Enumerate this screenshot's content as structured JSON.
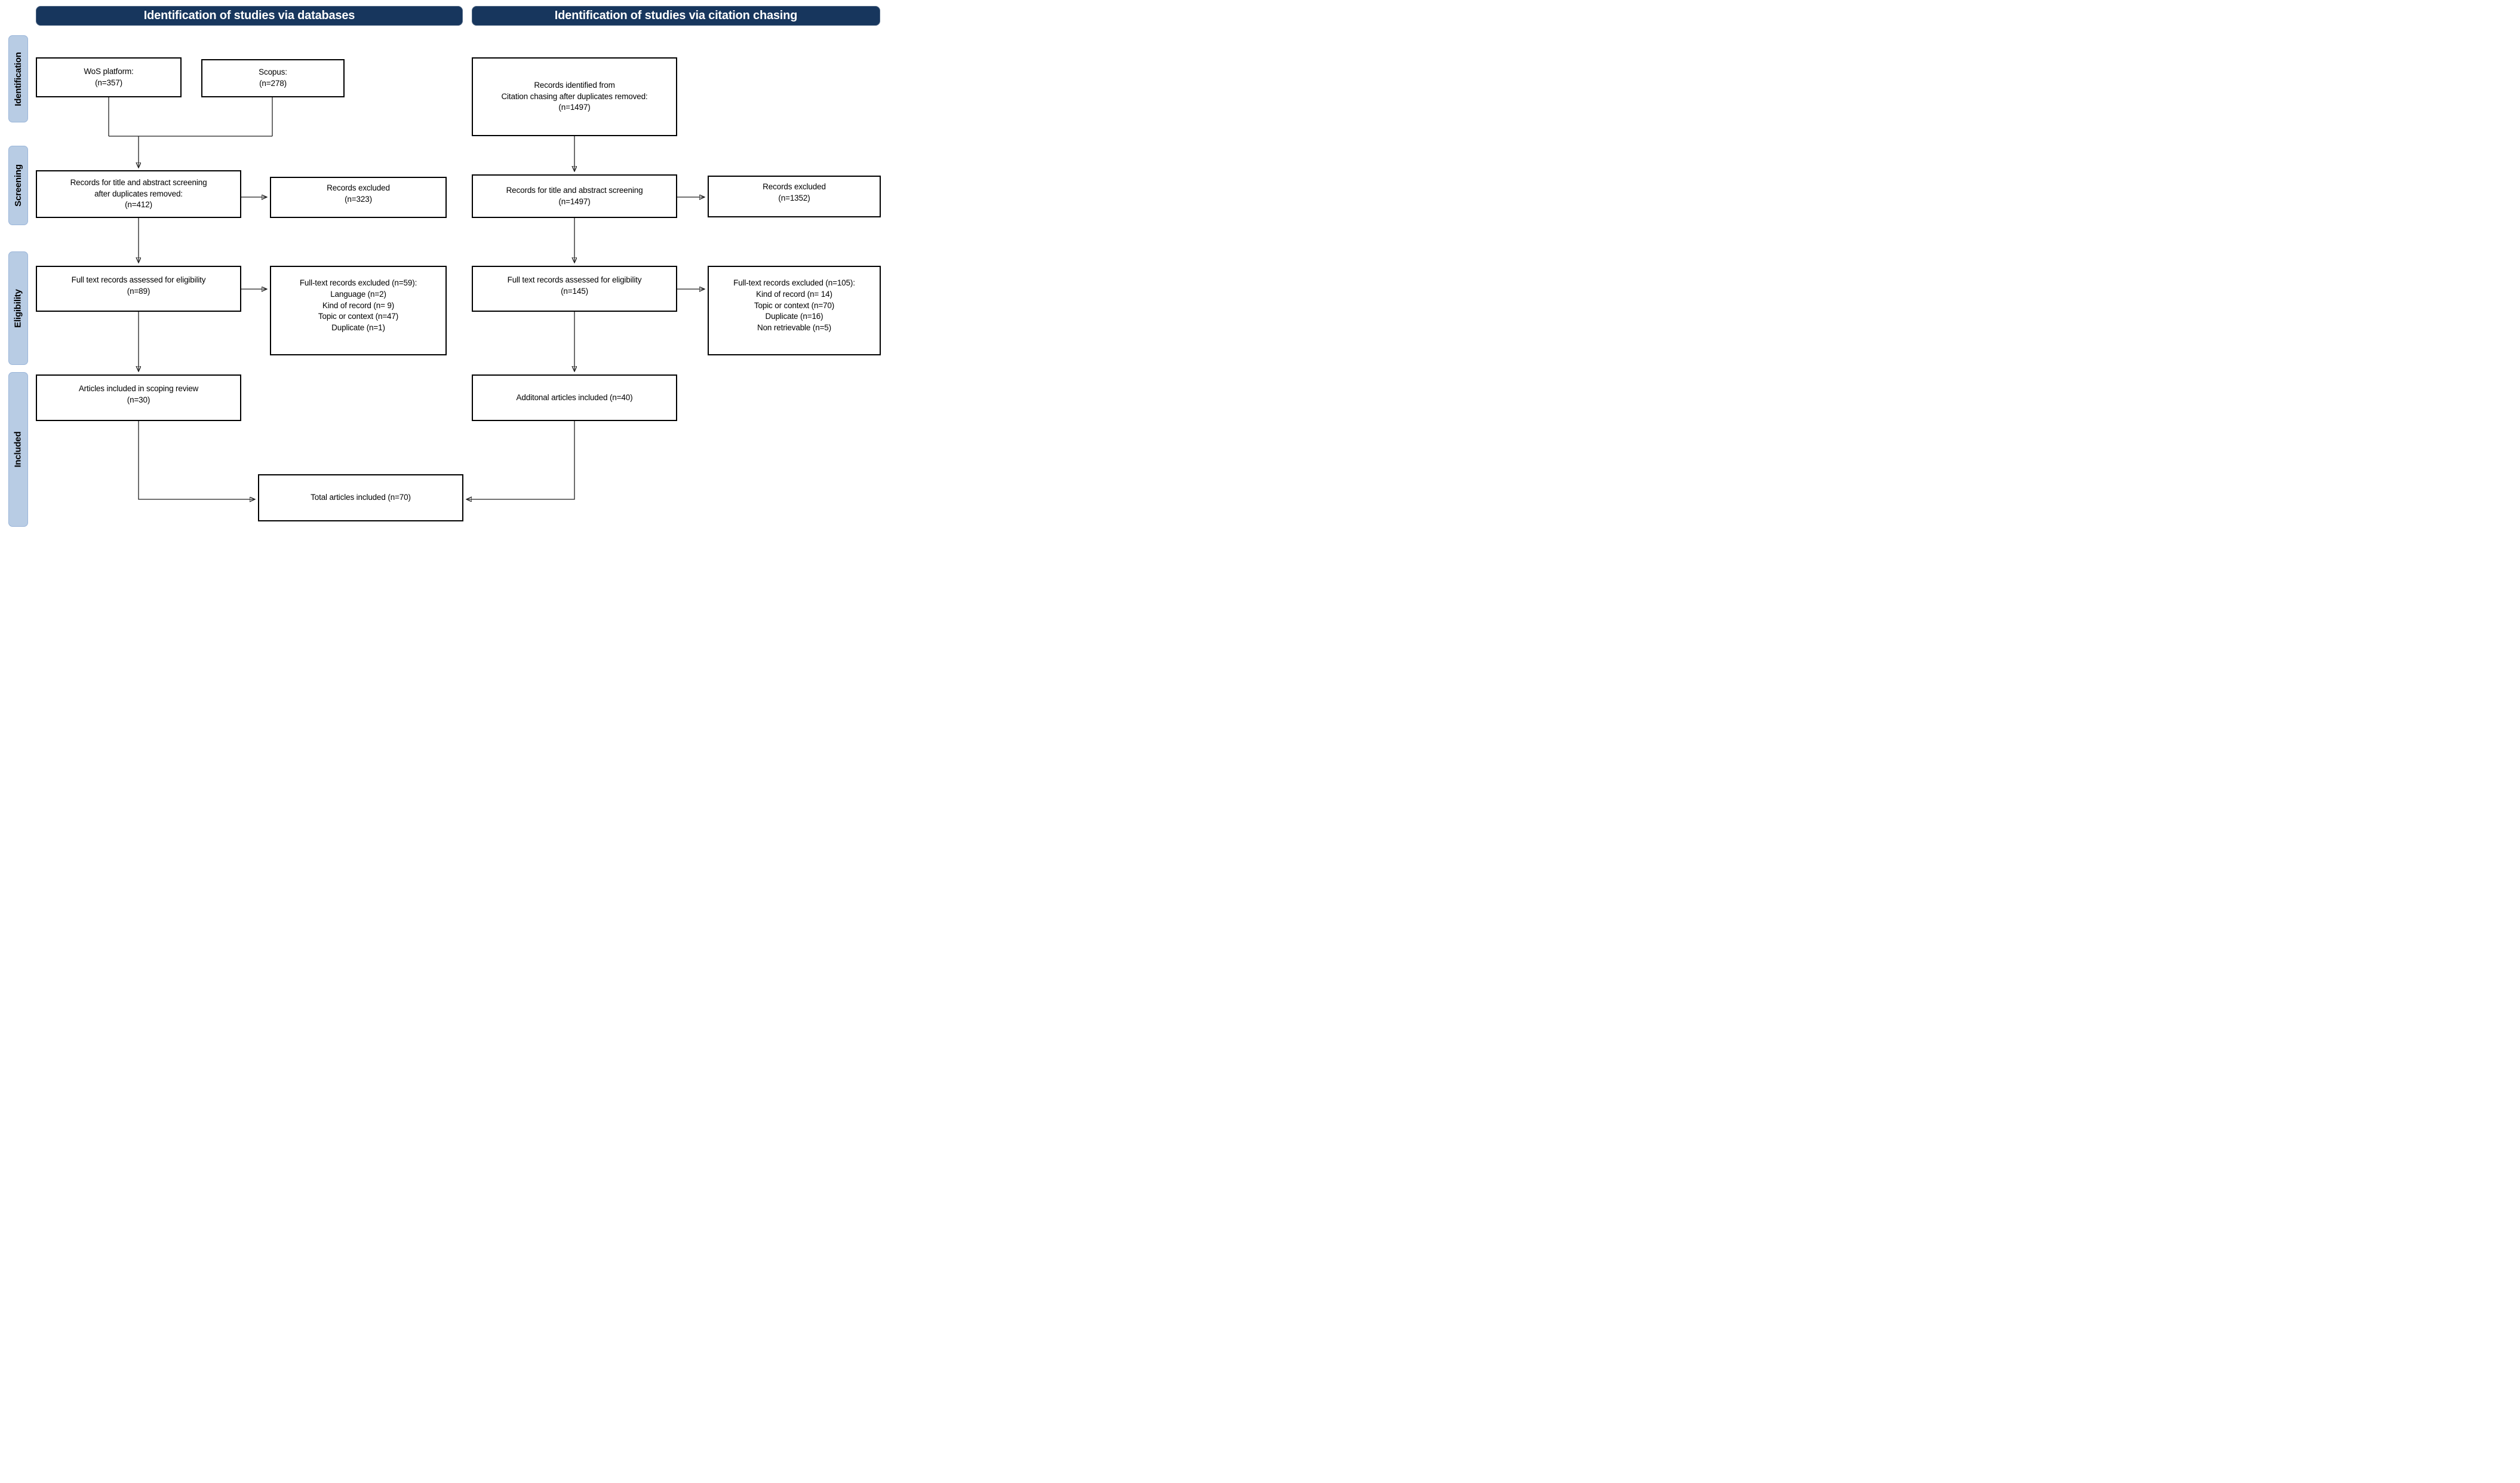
{
  "banners": {
    "left": "Identification of studies via databases",
    "right": "Identification of studies via citation chasing"
  },
  "stages": [
    {
      "label": "Identification"
    },
    {
      "label": "Screening"
    },
    {
      "label": "Eligibility"
    },
    {
      "label": "Included"
    }
  ],
  "colors": {
    "banner_bg": "#17365d",
    "banner_text": "#ffffff",
    "stage_bg": "#b8cce4",
    "stage_border": "#9ab5d9",
    "box_border": "#000000",
    "arrow": "#1f1f1f"
  },
  "boxes": {
    "wos": {
      "lines": [
        "WoS platform:",
        "(n=357)"
      ]
    },
    "scopus": {
      "lines": [
        "Scopus:",
        "(n=278)"
      ]
    },
    "citation_identified": {
      "lines": [
        "Records identified from",
        "Citation chasing after duplicates removed:",
        "(n=1497)"
      ]
    },
    "db_screening": {
      "lines": [
        "Records for title and abstract screening",
        "after duplicates removed:",
        "(n=412)"
      ]
    },
    "db_screening_excluded": {
      "lines": [
        "Records excluded",
        "(n=323)"
      ]
    },
    "cc_screening": {
      "lines": [
        "Records for title and abstract screening",
        "(n=1497)"
      ]
    },
    "cc_screening_excluded": {
      "lines": [
        "Records excluded",
        "(n=1352)"
      ]
    },
    "db_eligibility": {
      "lines": [
        "Full text records assessed for eligibility",
        "(n=89)"
      ]
    },
    "db_fulltext_excluded": {
      "lines": [
        "Full-text records excluded (n=59):",
        "Language (n=2)",
        "Kind of record (n= 9)",
        "Topic or context (n=47)",
        "Duplicate (n=1)"
      ]
    },
    "cc_eligibility": {
      "lines": [
        "Full text records assessed for eligibility",
        "(n=145)"
      ]
    },
    "cc_fulltext_excluded": {
      "lines": [
        "Full-text records excluded (n=105):",
        "Kind of record (n= 14)",
        "Topic or context (n=70)",
        "Duplicate (n=16)",
        "Non retrievable (n=5)"
      ]
    },
    "db_included": {
      "lines": [
        "Articles included in scoping review",
        "(n=30)"
      ]
    },
    "cc_included": {
      "lines": [
        "Additonal articles included (n=40)"
      ]
    },
    "total_included": {
      "lines": [
        "Total articles included (n=70)"
      ]
    }
  }
}
